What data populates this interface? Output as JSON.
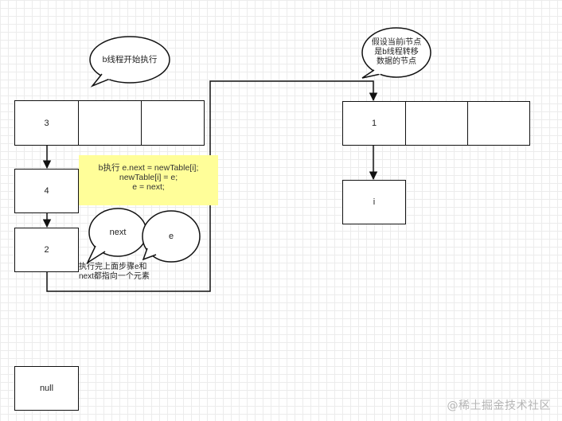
{
  "bubbles": {
    "thread_b_start": "b线程开始执行",
    "assume_node": "假设当前i节点\n是b线程转移\n数据的节点",
    "next": "next",
    "e": "e"
  },
  "left_table": {
    "cells": [
      "3",
      "",
      ""
    ]
  },
  "left_chain": {
    "node_4": "4",
    "node_2": "2",
    "node_null": "null"
  },
  "note": {
    "code": "b执行  e.next = newTable[i];\n       newTable[i] = e;\n     e = next;",
    "color": "#fffe99"
  },
  "caption": "执行完上面步骤e和\nnext都指向一个元素",
  "right_table": {
    "cells": [
      "1",
      "",
      ""
    ],
    "node_i": "i"
  },
  "watermark": "@稀土掘金技术社区"
}
